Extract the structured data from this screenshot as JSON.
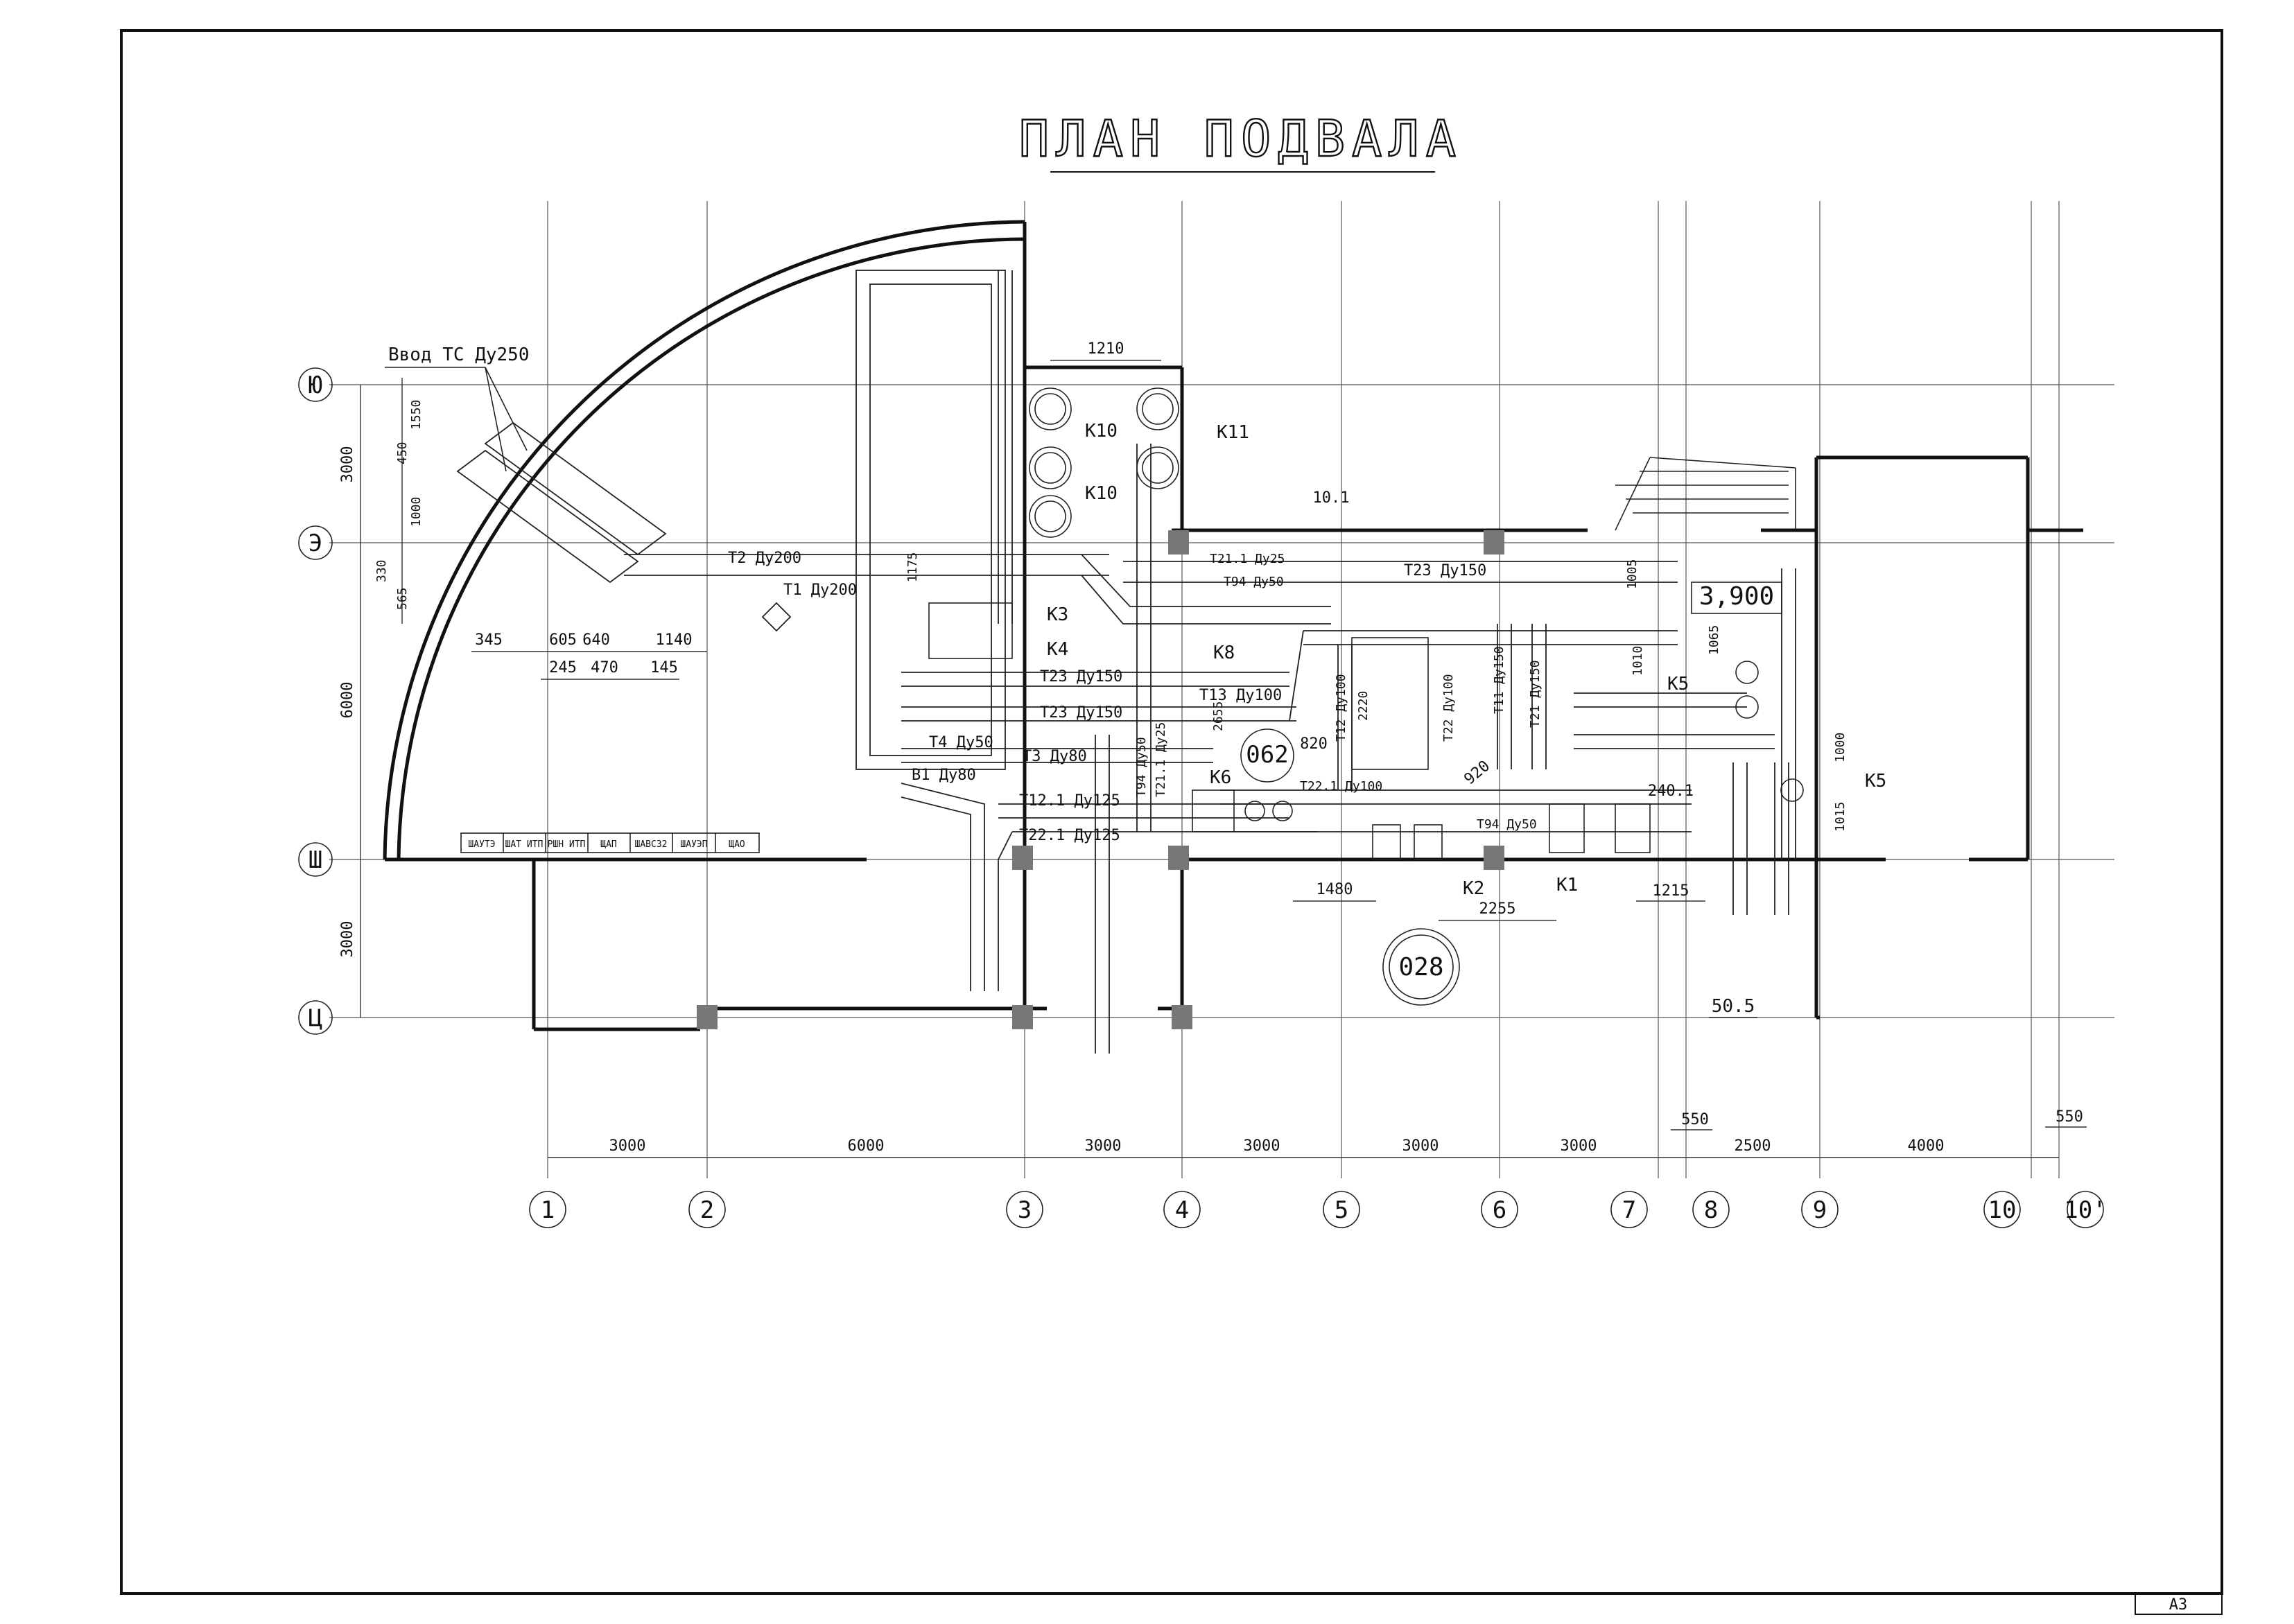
{
  "title": "ПЛАН ПОДВАЛА",
  "sheet_format": "А3",
  "inlet_label": "Ввод ТС Ду250",
  "axes": {
    "vertical": [
      "1",
      "2",
      "3",
      "4",
      "5",
      "6",
      "7",
      "8",
      "9",
      "10",
      "10'"
    ],
    "horizontal": [
      "Ю",
      "Э",
      "Ш",
      "Ц"
    ]
  },
  "bottom_dims": [
    "3000",
    "6000",
    "3000",
    "3000",
    "3000",
    "3000",
    "2500",
    "4000"
  ],
  "bottom_dims_top": [
    "550",
    "550"
  ],
  "left_dims": [
    "3000",
    "6000",
    "3000"
  ],
  "inlet_vertical_dims": [
    "1550",
    "450",
    "1000",
    "330",
    "565"
  ],
  "inlet_horizontal_dims_top": [
    "345",
    "605",
    "640",
    "1140"
  ],
  "inlet_horizontal_dims_bottom": [
    "245",
    "470",
    "145"
  ],
  "pipes": [
    "Т2 Ду200",
    "Т1 Ду200",
    "Т21.1 Ду25",
    "Т94 Ду50",
    "Т23 Ду150",
    "Т23 Ду150",
    "Т23 Ду150",
    "Т13 Ду100",
    "Т4 Ду50",
    "Т3 Ду80",
    "В1 Ду80",
    "Т12.1 Ду125",
    "Т22.1 Ду125",
    "Т94 Ду50",
    "Т21.1 Ду25",
    "Т12 Ду100",
    "Т22 Ду100",
    "Т11 Ду150",
    "Т21 Ду150",
    "Т22.1 Ду100",
    "Т94 Ду50"
  ],
  "equipment": [
    "К10",
    "К10",
    "К11",
    "К3",
    "К4",
    "К8",
    "К6",
    "К5",
    "К5",
    "К2",
    "К1"
  ],
  "room_numbers": [
    "062",
    "028"
  ],
  "elevation_mark": "3,900",
  "area_label": "50.5",
  "interior_dims": [
    "1210",
    "10.1",
    "1175",
    "1005",
    "1065",
    "1010",
    "2655",
    "2220",
    "820",
    "920",
    "1000",
    "1015",
    "240.1",
    "1480",
    "2255",
    "1215"
  ],
  "panel_labels": [
    "ШАУТЭ",
    "ШАТ ИТП",
    "РШН ИТП",
    "ЩАП",
    "ШАВС32",
    "ШАУЭП",
    "ЩАО"
  ]
}
